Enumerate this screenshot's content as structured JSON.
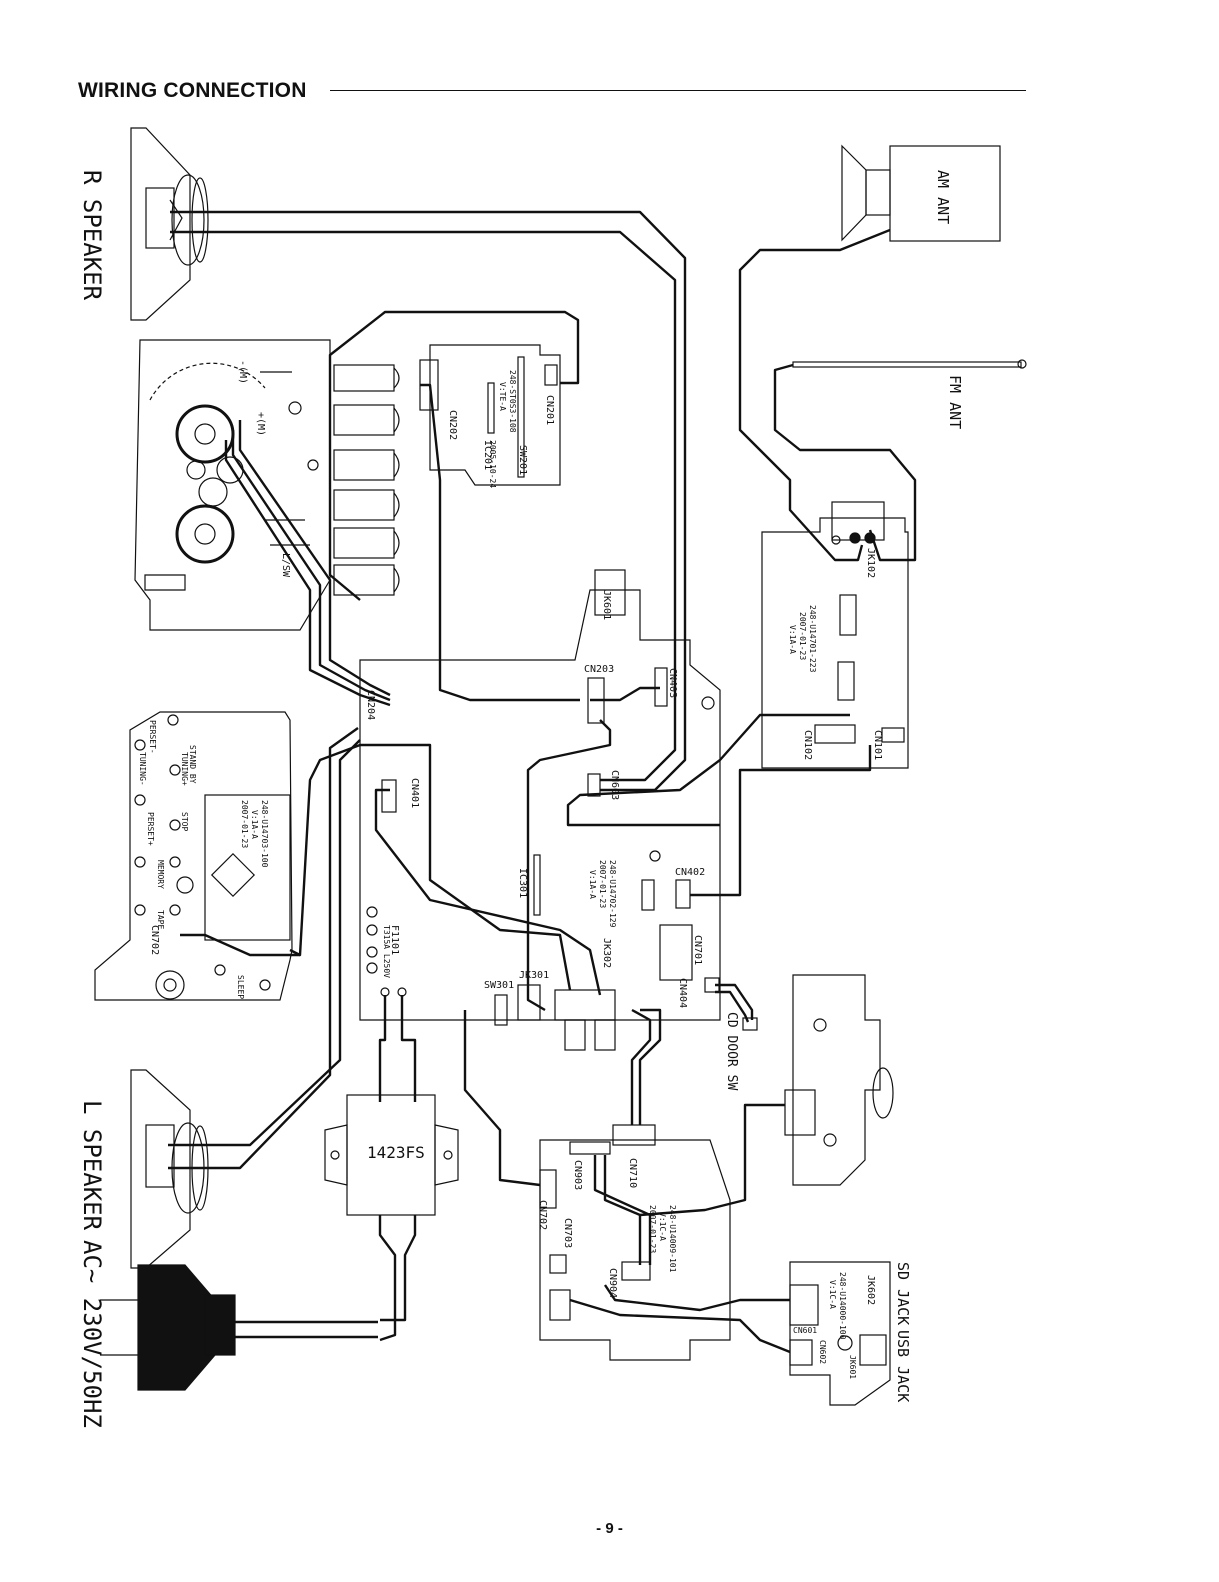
{
  "header": {
    "title": "WIRING CONNECTION"
  },
  "page_number": "- 9 -",
  "labels": {
    "r_speaker": "R SPEAKER",
    "l_speaker": "L SPEAKER",
    "ac_input": "AC~ 230V/50HZ",
    "am_ant": "AM ANT",
    "fm_ant": "FM ANT",
    "sd_jack": "SD JACK",
    "usb_jack": "USB JACK",
    "cd_door_sw": "CD DOOR SW",
    "transformer": "1423FS"
  },
  "connectors": {
    "cn201": "CN201",
    "cn202": "CN202",
    "sw201": "SW201",
    "ic201": "IC201",
    "jk601": "JK601",
    "cn203": "CN203",
    "cn403": "CN403",
    "cn204": "CN204",
    "cn603": "CN603",
    "cn401": "CN401",
    "cn402": "CN402",
    "ic301": "IC301",
    "f1101": "F1101",
    "jk302": "JK302",
    "jk301": "JK301",
    "sw301": "SW301",
    "cn701": "CN701",
    "cn404": "CN404",
    "cn702a": "CN702",
    "cn702b": "CN702",
    "cn903": "CN903",
    "cn710": "CN710",
    "cn703": "CN703",
    "cn904": "CN904",
    "jk102": "JK102",
    "cn102": "CN102",
    "cn101": "CN101",
    "jk602": "JK602",
    "cn601": "CN601",
    "jk601b": "JK601",
    "cn602": "CN602"
  },
  "board_codes": {
    "tape_board": "248-ST0S3-108",
    "tape_board_ver": "V:TE-A",
    "tape_board_date": "2005-10-24",
    "tuner_board": "248-U14701-223",
    "tuner_board_date": "2007-01-23",
    "tuner_board_ver": "V:1A-A",
    "main_board": "248-U14702-129",
    "main_board_date": "2007-01-23",
    "main_board_ver": "V:1A-A",
    "front_board": "248-U14703-100",
    "front_board_ver": "V:1A-A",
    "front_board_date": "2007-01-23",
    "cd_board": "248-U14009-101",
    "cd_board_ver": "V:1C-A",
    "cd_board_date": "2007-01-23",
    "usb_board": "248-U14000-100",
    "usb_board_ver": "V:1C-A"
  },
  "fuse_text": "T315A L250V",
  "tape_labels": {
    "minus_m": "-(M)",
    "plus_m": "+(M)",
    "lsw": "L/SW"
  },
  "front_keys": {
    "stand_by": "STAND BY",
    "preset_minus": "PERSET-",
    "tuning_minus": "TUNING-",
    "tuning_plus": "TUNING+",
    "preset_plus": "PERSET+",
    "stop": "STOP",
    "memory": "MEMORY",
    "tape": "TAPE",
    "sleep": "SLEEP"
  }
}
